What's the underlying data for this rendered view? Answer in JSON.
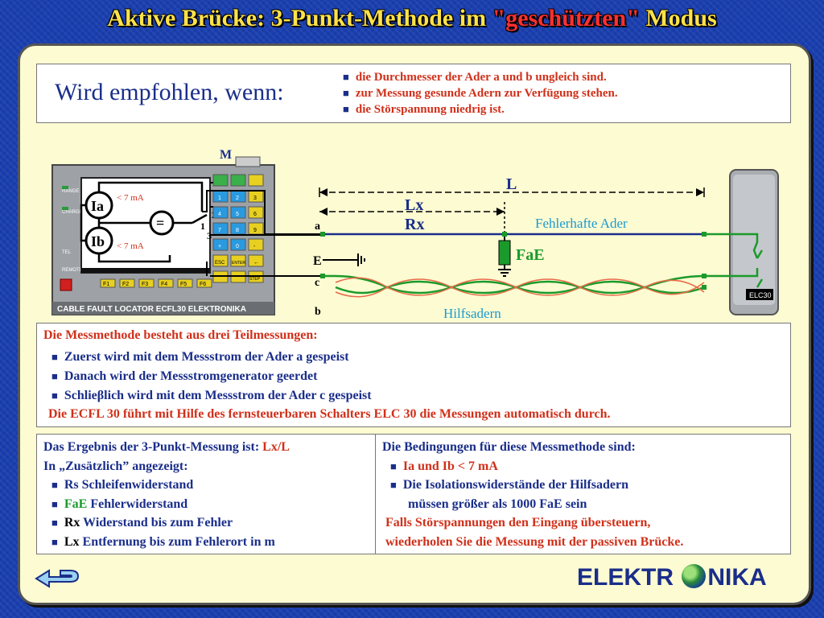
{
  "title": {
    "part1": "Aktive Brücke: 3-Punkt-Methode im ",
    "highlight": "\"geschützten\"",
    "part2": " Modus"
  },
  "recommend": {
    "heading": "Wird empfohlen, wenn:",
    "items": [
      "die Durchmesser der Ader a und b ungleich sind.",
      "zur Messung gesunde Adern zur Verfügung stehen.",
      "die Störspannung niedrig ist."
    ]
  },
  "diagram": {
    "device_label": "M",
    "device_footer": "CABLE FAULT LOCATOR    ECFL30    ELEKTRONIKA",
    "ia_label": "Ia",
    "ib_label": "Ib",
    "ia_limit": "< 7 mA",
    "ib_limit": "< 7 mA",
    "equals": "=",
    "switch_1": "1",
    "switch_2": "2",
    "switch_3": "3",
    "wire_a": "a",
    "wire_e": "E",
    "wire_c": "c",
    "wire_b": "b",
    "dim_L": "L",
    "dim_Lx": "Lx",
    "dim_Rx": "Rx",
    "fault_label": "FaE",
    "faulty_core": "Fehlerhafte Ader",
    "aux_cores": "Hilfsadern",
    "remote_label": "ELC30",
    "side_labels": [
      "RANGE",
      "CHARGE",
      "TEL",
      "REMOTE"
    ],
    "fkeys": [
      "F1",
      "F2",
      "F3",
      "F4",
      "F5",
      "F6"
    ],
    "keys": [
      [
        "",
        "",
        ""
      ],
      [
        "1",
        "2",
        "3"
      ],
      [
        "4",
        "5",
        "6"
      ],
      [
        "7",
        "8",
        "9"
      ],
      [
        "+",
        "0",
        "-"
      ],
      [
        "ESC",
        "ENTER",
        "←"
      ],
      [
        "",
        "",
        "STEP"
      ]
    ]
  },
  "method": {
    "title": "Die Messmethode besteht aus drei Teilmessungen:",
    "steps": [
      "Zuerst wird mit dem Messstrom der Ader a gespeist",
      "Danach wird der Messstromgenerator geerdet",
      "Schlieβlich wird mit dem Messstrom der Ader c gespeist"
    ],
    "note": "Die ECFL 30 führt mit Hilfe des fernsteuerbaren Schalters ELC 30 die Messungen automatisch durch."
  },
  "result": {
    "line1_text": "Das Ergebnis der 3-Punkt-Messung ist: ",
    "line1_value": "Lx/L",
    "line2": "In „Zusätzlich” angezeigt:",
    "items": [
      {
        "key": "Rs",
        "text": " Schleifenwiderstand"
      },
      {
        "key": "FaE",
        "text": " Fehlerwiderstand"
      },
      {
        "key": "Rx",
        "text": " Widerstand bis zum Fehler"
      },
      {
        "key": "Lx",
        "text": " Entfernung bis zum Fehlerort in m"
      }
    ]
  },
  "conditions": {
    "title": "Die Bedingungen für diese Messmethode sind:",
    "item1": "Ia und Ib < 7 mA",
    "item2_line1": "Die Isolationswiderstände der Hilfsadern",
    "item2_line2": "müssen größer als 1000 FaE sein",
    "warning_line1": "Falls Störspannungen den Eingang übersteuern,",
    "warning_line2": "wiederholen Sie die Messung mit der passiven Brücke."
  },
  "logo": {
    "left": "ELEKTR",
    "right": "NIKA"
  },
  "colors": {
    "background": "#1a3fb0",
    "panel": "#fdfbd2",
    "title": "#ffe24a",
    "red_text": "#d0301a",
    "blue_text": "#1a2e8a",
    "faulty_wire": "#1a2e8a",
    "aux_wire": "#1a9a2a",
    "twisted_wire": "#e86a4a"
  }
}
